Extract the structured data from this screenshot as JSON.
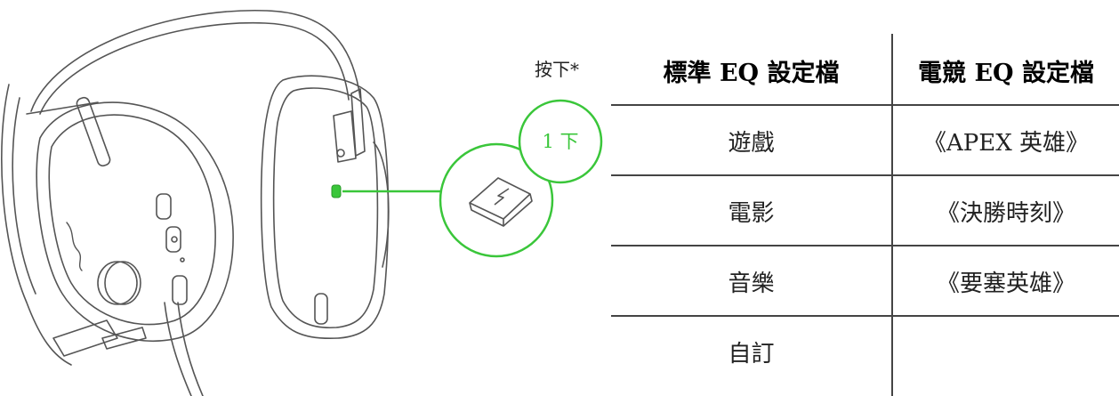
{
  "press_label": "按下*",
  "press_count": "1 下",
  "colors": {
    "accent": "#3ac63a",
    "line": "#444444"
  },
  "table": {
    "headers": [
      "標準 EQ 設定檔",
      "電競 EQ 設定檔"
    ],
    "rows": [
      [
        "遊戲",
        "《APEX 英雄》"
      ],
      [
        "電影",
        "《決勝時刻》"
      ],
      [
        "音樂",
        "《要塞英雄》"
      ],
      [
        "自訂",
        ""
      ]
    ]
  }
}
